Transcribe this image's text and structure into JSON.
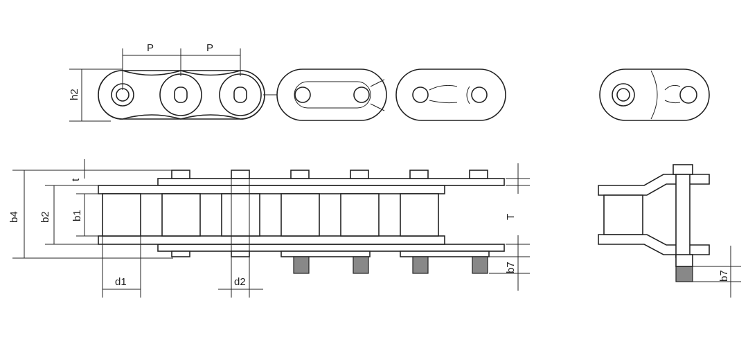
{
  "title": "Roller chain dimension drawing",
  "labels": {
    "pitch_1": "P",
    "pitch_2": "P",
    "plate_height": "h2",
    "plate_thickness": "t",
    "overall_width": "b4",
    "outer_inner_width": "b2",
    "inner_width": "b1",
    "roller_diameter": "d1",
    "pin_diameter": "d2",
    "transverse_pitch": "T",
    "pin_extension": "b7",
    "pin_extension_side": "b7"
  },
  "colors": {
    "line": "#222222",
    "pin_end": "#888888"
  }
}
